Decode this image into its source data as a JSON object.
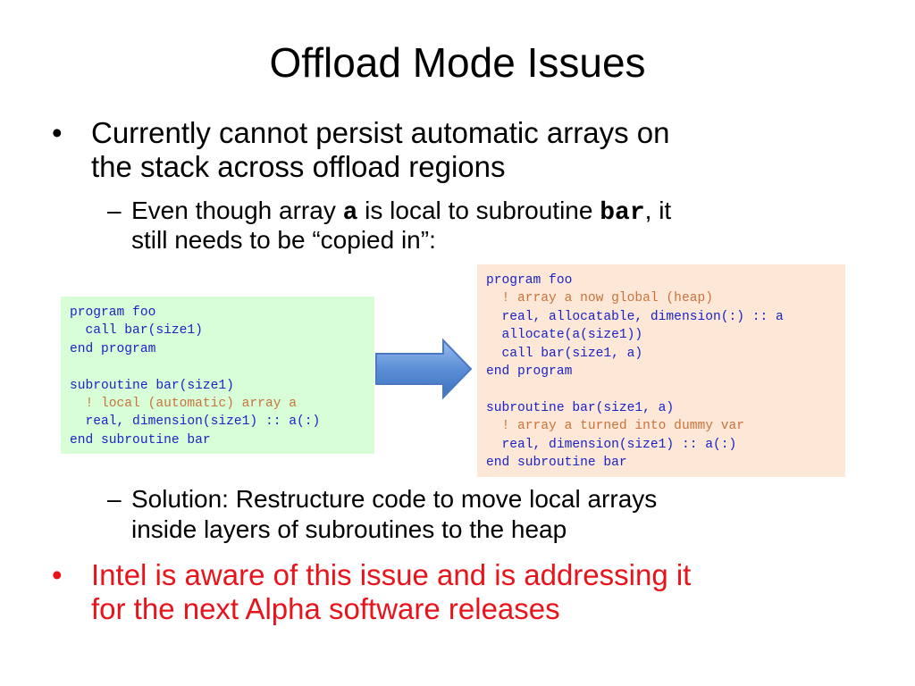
{
  "slide": {
    "title": "Offload Mode Issues",
    "bullets": {
      "b1_line1": "Currently cannot persist automatic arrays on",
      "b1_line2": "the stack across offload regions",
      "sub1_line1_pre": "Even though array ",
      "sub1_var_a": "a",
      "sub1_line1_mid": " is local to subroutine ",
      "sub1_var_bar": "bar",
      "sub1_line1_post": ", it",
      "sub1_line2": "still needs to be “copied in”:",
      "sub2_line1": "Solution: Restructure code to move local arrays",
      "sub2_line2": "inside layers of subroutines to the heap",
      "b2_line1": "Intel is aware of this issue and is addressing it",
      "b2_line2": "for the next Alpha software releases"
    },
    "markers": {
      "bullet": "•",
      "dash": "–"
    },
    "colors": {
      "code_text": "#1a23c8",
      "code_comment": "#c8733d",
      "highlight_text": "#e8131b",
      "left_box_bg": "#d8fed7",
      "right_box_bg": "#fde7d7",
      "arrow": "#5b8fd6"
    }
  },
  "code_before": {
    "l1": "program foo",
    "l2": "  call bar(size1)",
    "l3": "end program",
    "l4": "",
    "l5": "subroutine bar(size1)",
    "l6": "  ! local (automatic) array a",
    "l7": "  real, dimension(size1) :: a(:)",
    "l8": "end subroutine bar"
  },
  "code_after": {
    "l1": "program foo",
    "l2": "  ! array a now global (heap)",
    "l3": "  real, allocatable, dimension(:) :: a",
    "l4": "  allocate(a(size1))",
    "l5": "  call bar(size1, a)",
    "l6": "end program",
    "l7": "",
    "l8": "subroutine bar(size1, a)",
    "l9": "  ! array a turned into dummy var",
    "l10": "  real, dimension(size1) :: a(:)",
    "l11": "end subroutine bar"
  }
}
